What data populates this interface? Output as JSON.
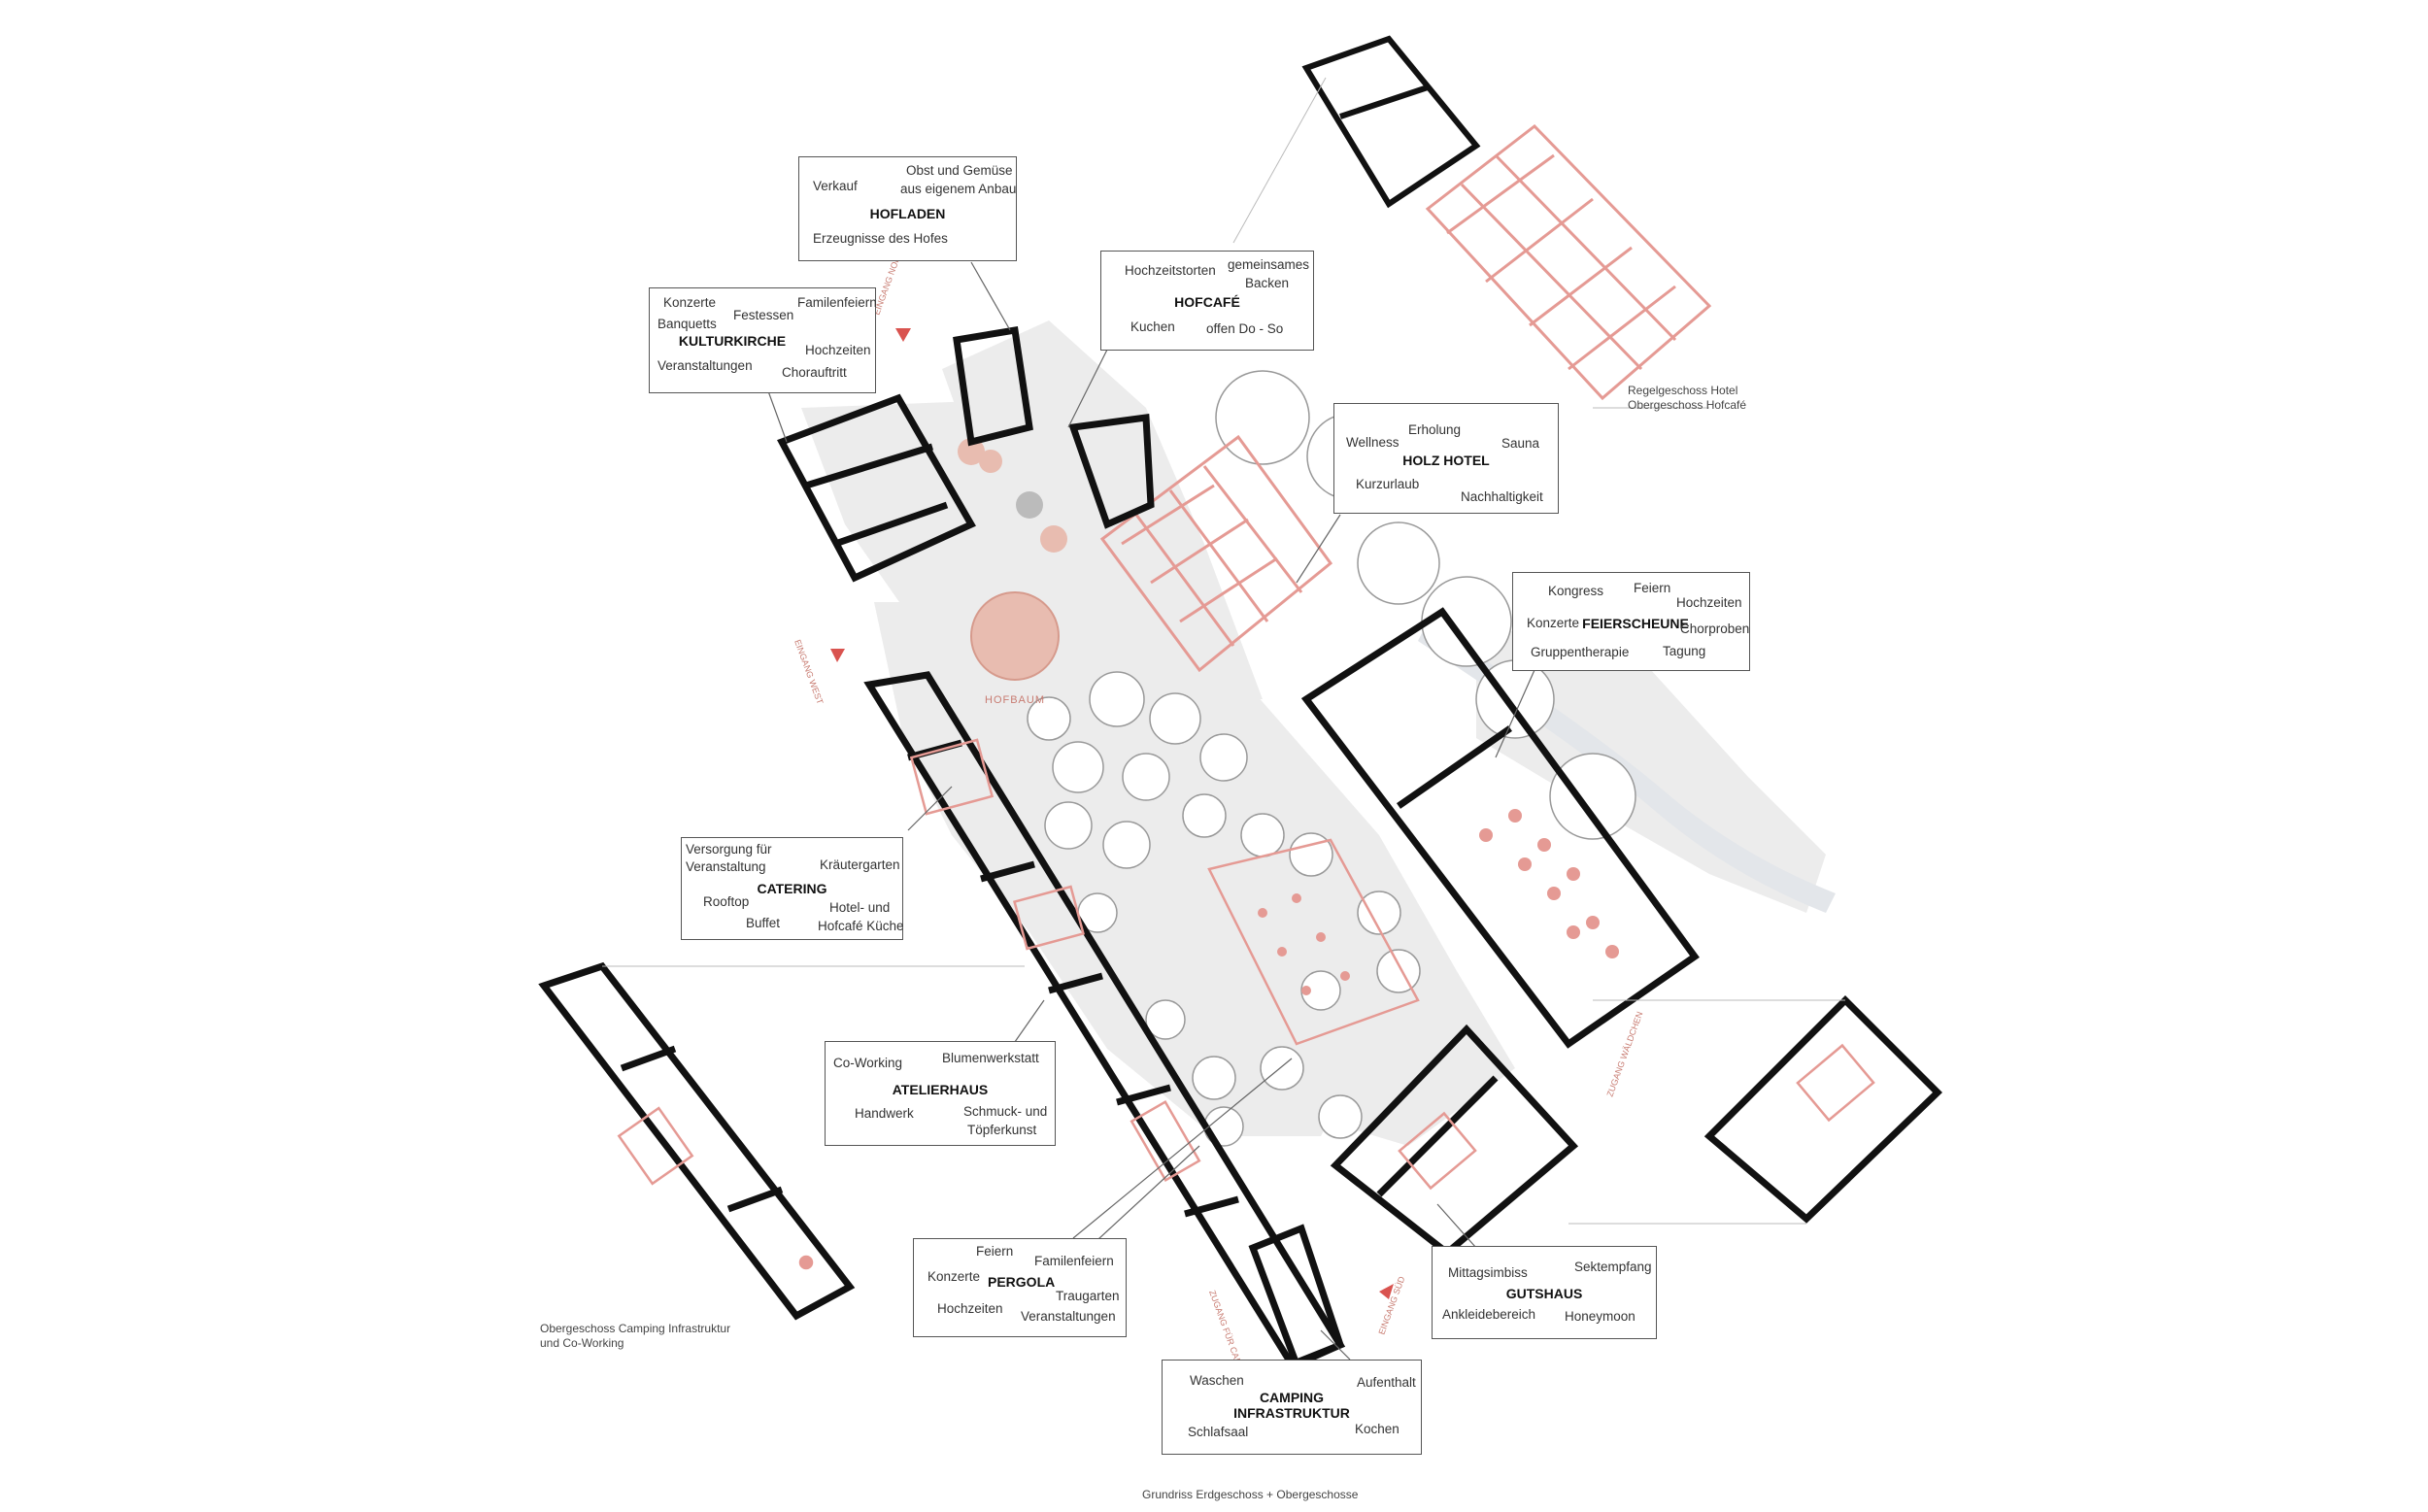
{
  "callouts": {
    "hofladen": {
      "title": "HOFLADEN",
      "items": [
        "Verkauf",
        "Obst und Gemüse",
        "aus eigenem Anbau",
        "Erzeugnisse des Hofes"
      ]
    },
    "kulturkirche": {
      "title": "KULTURKIRCHE",
      "items": [
        "Konzerte",
        "Festessen",
        "Familenfeiern",
        "Banquetts",
        "Hochzeiten",
        "Veranstaltungen",
        "Chorauftritt"
      ]
    },
    "hofcafe": {
      "title": "HOFCAFÉ",
      "items": [
        "Hochzeitstorten",
        "gemeinsames",
        "Backen",
        "Kuchen",
        "offen Do - So"
      ]
    },
    "holzhotel": {
      "title": "HOLZ HOTEL",
      "items": [
        "Erholung",
        "Wellness",
        "Sauna",
        "Kurzurlaub",
        "Nachhaltigkeit"
      ]
    },
    "feierscheune": {
      "title": "FEIERSCHEUNE",
      "items": [
        "Kongress",
        "Feiern",
        "Hochzeiten",
        "Konzerte",
        "Chorproben",
        "Gruppentherapie",
        "Tagung"
      ]
    },
    "catering": {
      "title": "CATERING",
      "items": [
        "Versorgung für",
        "Veranstaltung",
        "Kräutergarten",
        "Rooftop",
        "Hotel- und",
        "Buffet",
        "Hofcafé Küche"
      ]
    },
    "atelierhaus": {
      "title": "ATELIERHAUS",
      "items": [
        "Co-Working",
        "Blumenwerkstatt",
        "Handwerk",
        "Schmuck- und",
        "Töpferkunst"
      ]
    },
    "pergola": {
      "title": "PERGOLA",
      "items": [
        "Feiern",
        "Familenfeiern",
        "Konzerte",
        "Traugarten",
        "Hochzeiten",
        "Veranstaltungen"
      ]
    },
    "gutshaus": {
      "title": "GUTSHAUS",
      "items": [
        "Mittagsimbiss",
        "Sektempfang",
        "Ankleidebereich",
        "Honeymoon"
      ]
    },
    "camping": {
      "title": "CAMPING",
      "title2": "INFRASTRUKTUR",
      "items": [
        "Waschen",
        "Aufenthalt",
        "Schlafsaal",
        "Kochen"
      ]
    }
  },
  "notes": {
    "hotel_line1": "Regelgeschoss Hotel",
    "hotel_line2": "Obergeschoss Hofcafé",
    "camping_line1": "Obergeschoss Camping Infrastruktur",
    "camping_line2": "und Co-Working",
    "caption": "Grundriss Erdgeschoss + Obergeschosse"
  },
  "plan_labels": {
    "hofbaum": "HOFBAUM",
    "eingang_nord": "EINGANG NORD",
    "eingang_west": "EINGANG WEST",
    "eingang_sued": "EINGANG SÜD",
    "zugang_waldchen": "ZUGANG WÄLDCHEN",
    "zugang_camper": "ZUGANG FÜR CAMPER"
  },
  "colors": {
    "wall": "#111111",
    "accent": "#e59a94",
    "accent_dark": "#d9534f",
    "ground": "#e9e9e9",
    "leader": "#666666"
  }
}
